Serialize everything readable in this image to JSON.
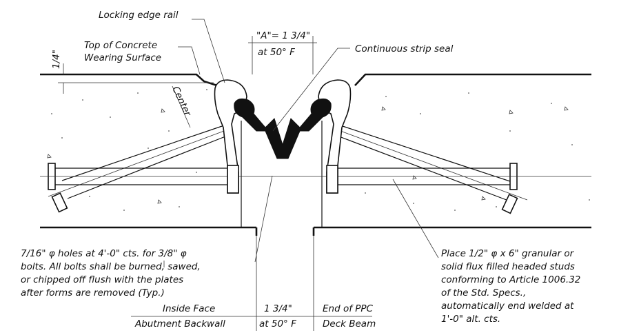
{
  "labels": {
    "locking_edge_rail": "Locking edge rail",
    "top_concrete_1": "Top of Concrete",
    "top_concrete_2": "Wearing Surface",
    "quarter_inch": "1/4\"",
    "a_dim": "\"A\"= 1 3/4\"",
    "a_temp": "at 50° F",
    "strip_seal": "Continuous strip seal",
    "center": "Center",
    "holes_1": "7/16\" φ holes at 4'-0\" cts. for 3/8\" φ",
    "holes_2": "bolts. All bolts shall be burned, sawed,",
    "holes_3": "or chipped off flush with the plates",
    "holes_4": "after forms are removed (Typ.)",
    "inside_face": "Inside Face",
    "abutment": "Abutment Backwall",
    "bottom_dim": "1 3/4\"",
    "bottom_temp": "at 50° F",
    "end_ppc": "End of PPC",
    "deck_beam": "Deck Beam",
    "studs_1": "Place 1/2\" φ x 6\" granular or",
    "studs_2": "solid flux filled headed studs",
    "studs_3": "conforming to Article 1006.32",
    "studs_4": "of the Std. Specs.,",
    "studs_5": "automatically end welded at",
    "studs_6": "1'-0\" alt. cts."
  }
}
